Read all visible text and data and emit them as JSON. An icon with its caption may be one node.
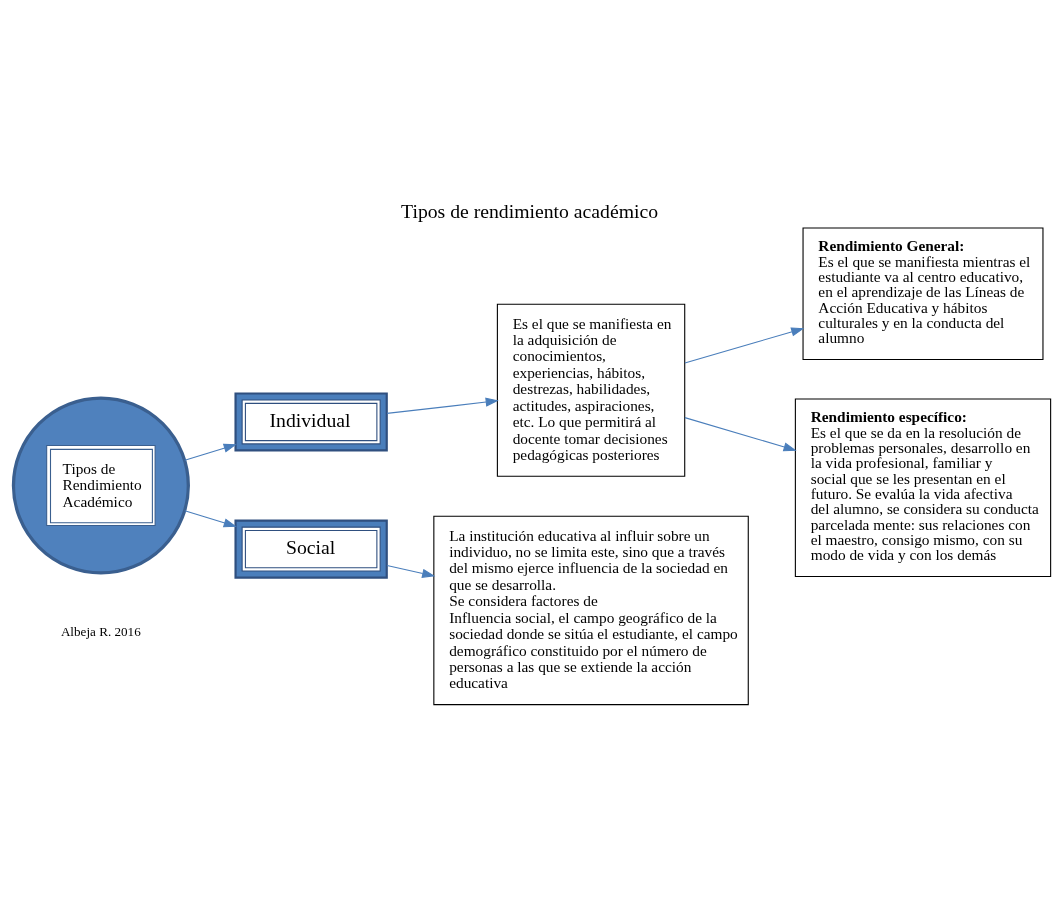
{
  "diagram": {
    "title": "Tipos de rendimiento académico",
    "nodes": [
      {
        "text": [
          "Tipos de Rendimiento Académico"
        ]
      },
      {
        "text": [
          "Individual"
        ]
      },
      {
        "text": [
          "Es el que se manifiesta en la adquisición de conocimientos, experiencias, hábitos, destrezas, habilidades, actitudes, aspiraciones, etc. Lo que permitirá al docente tomar decisiones pedagógicas posteriores"
        ]
      },
      {
        "text": [
          "**Rendimiento General:** Es el que se manifiesta mientras el estudiante va al centro educativo, en el aprendizaje de las Líneas de Acción Educativa y hábitos culturales y en la conducta del alumno"
        ]
      },
      {
        "text": [
          "**Rendimiento específico:** Es el que se da en la resolución de problemas personales, desarrollo en la vida profesional, familiar y social que se les presentan en el futuro. Se evalúa la vida afectiva del alumno, se considera su conducta parcelada mente: sus relaciones con el maestro, consigo mismo, con su modo de vida y con los demás"
        ]
      },
      {
        "text": [
          "Social"
        ]
      },
      {
        "text": [
          "La institución educativa al influir sobre un individuo, no se limita este, sino que a través del mismo ejerce influencia de la sociedad en que se desarrolla.",
          "Se considera factores de",
          "Influencia social, el campo geográfico de la sociedad donde se sitúa el estudiante, el campo demográfico constituido por el número de personas a las que se extiende la acción educativa"
        ]
      }
    ],
    "edges": [
      {
        "from": 0,
        "to": 1,
        "arrow": "to"
      },
      {
        "from": 0,
        "to": 5,
        "arrow": "to"
      },
      {
        "from": 1,
        "to": 2,
        "arrow": "to"
      },
      {
        "from": 2,
        "to": 3,
        "arrow": "to"
      },
      {
        "from": 2,
        "to": 4,
        "arrow": "to"
      },
      {
        "from": 5,
        "to": 6,
        "arrow": "to"
      }
    ],
    "labels": [
      "Albeja R. 2016"
    ]
  }
}
